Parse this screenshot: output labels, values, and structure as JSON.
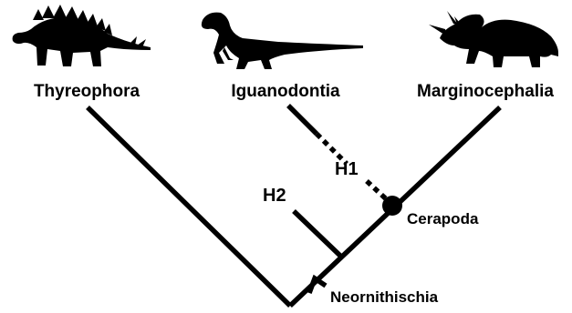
{
  "taxa": {
    "left": "Thyreophora",
    "middle": "Iguanodontia",
    "right": "Marginocephalia"
  },
  "nodes": {
    "cerapoda": "Cerapoda",
    "neornithischia": "Neornithischia"
  },
  "hypotheses": {
    "h1": "H1",
    "h2": "H2"
  },
  "silhouettes": {
    "left": "stegosaur-silhouette",
    "middle": "iguanodont-silhouette",
    "right": "ceratopsian-silhouette"
  },
  "colors": {
    "line": "#000000",
    "background": "#ffffff"
  }
}
